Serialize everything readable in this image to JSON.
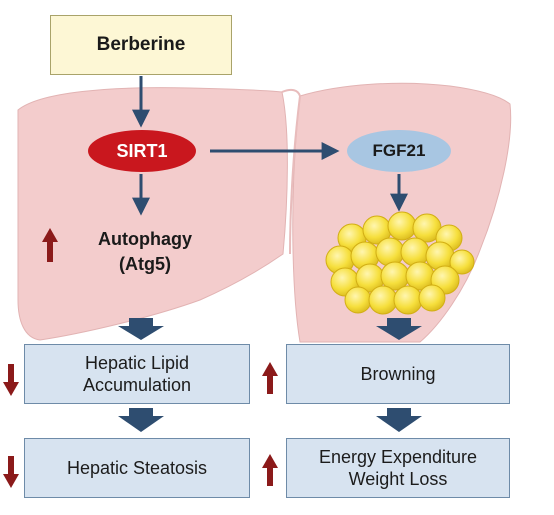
{
  "berberine": "Berberine",
  "sirt1": "SIRT1",
  "fgf21": "FGF21",
  "autophagy": {
    "line1": "Autophagy",
    "line2": "(Atg5)"
  },
  "left_boxes": [
    {
      "line1": "Hepatic Lipid",
      "line2": "Accumulation"
    },
    {
      "line1": "Hepatic Steatosis",
      "line2": ""
    }
  ],
  "right_boxes": [
    {
      "line1": "Browning",
      "line2": ""
    },
    {
      "line1": "Energy Expenditure",
      "line2": "Weight Loss"
    }
  ],
  "colors": {
    "liver": "#f3cccc",
    "arrow_navy": "#2e4d70",
    "indicator_red": "#8b1a1a",
    "sirt1": "#c9171e",
    "fgf21": "#a8c6e2",
    "box_fill": "#d7e3f0",
    "fat_cell": "#f5dc36"
  },
  "indicators": {
    "autophagy": "up",
    "hepatic_lipid_accumulation": "down",
    "hepatic_steatosis": "down",
    "browning": "up",
    "energy_expenditure": "up"
  }
}
